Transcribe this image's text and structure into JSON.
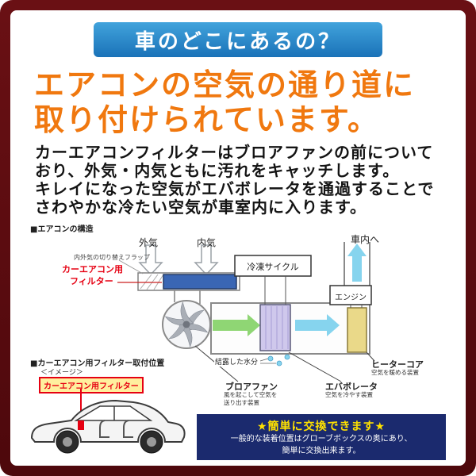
{
  "frame": {
    "bg_color": "#5a0c10",
    "banner_color": "#1f83c4",
    "headline_color": "#f0780f",
    "filter_color": "#3a66b4",
    "notice_bg": "#1b2a6e",
    "notice_title_color": "#ffe100"
  },
  "banner": {
    "title": "車のどこにあるの？"
  },
  "headline": {
    "line1": "エアコンの空気の通り道に",
    "line2": "取り付けられています。"
  },
  "body": {
    "line1": "カーエアコンフィルターはブロアファンの前について",
    "line2": "おり、外気・内気ともに汚れをキャッチします。",
    "line3": "キレイになった空気がエバボレータを通過することで",
    "line4": "さわやかな冷たい空気が車室内に入ります。"
  },
  "diagram": {
    "section_label": "■エアコンの構造",
    "labels": {
      "outside_air": "外気",
      "inside_air": "内気",
      "to_cabin": "車内へ",
      "flap": "内外気の切り替えフラップ",
      "filter_line1": "カーエアコン用",
      "filter_line2": "フィルター",
      "refrigeration_cycle": "冷凍サイクル",
      "engine": "エンジン",
      "condensed_water": "結露した水分",
      "blower_fan": "ブロアファン",
      "blower_fan_desc1": "風を起こして空気を",
      "blower_fan_desc2": "送り出す装置",
      "evaporator": "エバボレータ",
      "evaporator_desc": "空気を冷やす装置",
      "heater_core": "ヒーターコア",
      "heater_core_desc": "空気を暖める装置"
    }
  },
  "mount": {
    "section_label": "■カーエアコン用フィルター取付位置",
    "image_note": "＜イメージ＞",
    "filter_tag": "カーエアコン用フィルター"
  },
  "notice": {
    "title": "★簡単に交換できます★",
    "line1": "一般的な装着位置はグローブボックスの奥にあり、",
    "line2": "簡単に交換出来ます。"
  }
}
